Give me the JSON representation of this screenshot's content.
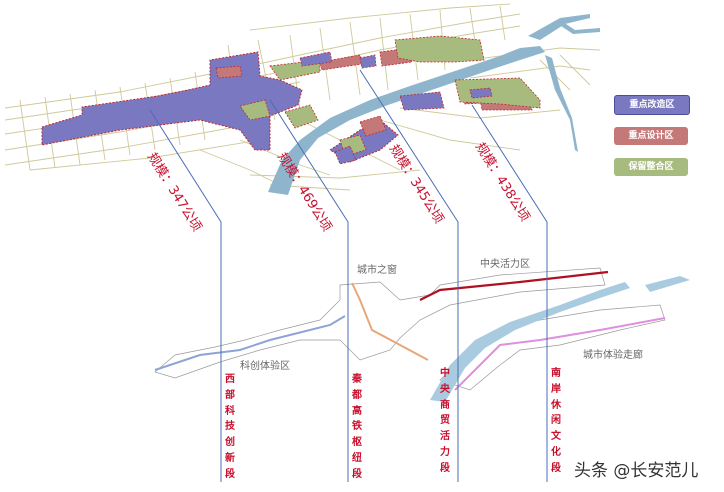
{
  "legend": {
    "items": [
      {
        "label": "重点改造区",
        "color": "#7b78c2"
      },
      {
        "label": "重点设计区",
        "color": "#c57878"
      },
      {
        "label": "保留整合区",
        "color": "#a8bb7e"
      }
    ]
  },
  "scale_labels": [
    {
      "text": "规模：347公顷"
    },
    {
      "text": "规模：469公顷"
    },
    {
      "text": "规模：345公顷"
    },
    {
      "text": "规模：438公顷"
    }
  ],
  "zone_labels": {
    "keji": "科创体验区",
    "chengshi_zhichuang": "城市之窗",
    "zhongyang": "中央活力区",
    "zoulang": "城市体验走廊"
  },
  "segments": [
    {
      "name": "西部科技创新段",
      "chars": [
        "西",
        "部",
        "科",
        "技",
        "创",
        "新",
        "段"
      ]
    },
    {
      "name": "秦都高铁枢纽段",
      "chars": [
        "秦",
        "都",
        "高",
        "铁",
        "枢",
        "纽",
        "段"
      ]
    },
    {
      "name": "中央商贸活力段",
      "chars": [
        "中",
        "央",
        "商",
        "贸",
        "活",
        "力",
        "段"
      ]
    },
    {
      "name": "南岸休闲文化段",
      "chars": [
        "南",
        "岸",
        "休",
        "闲",
        "文",
        "化",
        "段"
      ]
    }
  ],
  "watermark": "头条 @长安范儿",
  "colors": {
    "renovation": "#7b78c2",
    "design": "#c57878",
    "retain": "#a8bb7e",
    "river": "#8fb5cc",
    "road": "#cfc99a",
    "boundary": "#c0272d",
    "leader": "#4a6db5",
    "axis_west": "#8ea3d6",
    "axis_hsr": "#e8a77a",
    "axis_central": "#b01020",
    "axis_south": "#e08ee0"
  }
}
